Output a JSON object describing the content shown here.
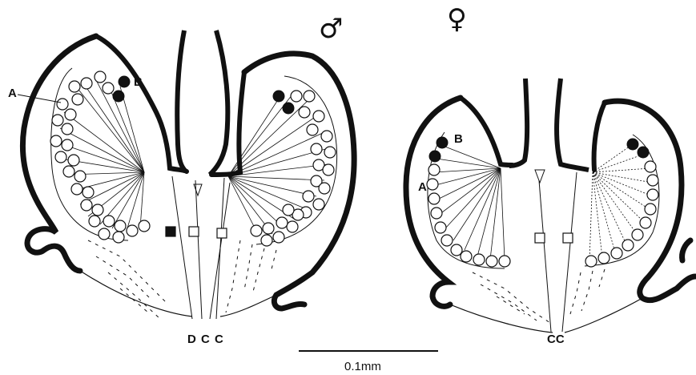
{
  "symbols": {
    "male": "♂",
    "female": "♀"
  },
  "male_panel": {
    "label_a": "A",
    "label_b": "B",
    "bottom_labels": [
      "D",
      "C",
      "C"
    ]
  },
  "female_panel": {
    "label_a": "A",
    "label_b": "B",
    "bottom_labels": "CC"
  },
  "scale_bar": {
    "label": "0.1mm"
  },
  "colors": {
    "ink": "#111111",
    "background": "#ffffff"
  }
}
